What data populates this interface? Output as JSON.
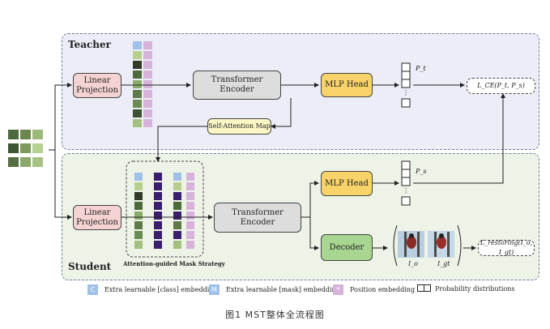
{
  "teacher": {
    "label": "Teacher",
    "linear_projection": "Linear Projection",
    "transformer_encoder": "Transformer Encoder",
    "mlp_head": "MLP Head",
    "output_label": "P_t",
    "self_attention_map": "Self-Attention Map",
    "loss": "L_CE(P_t, P_s)"
  },
  "student": {
    "label": "Student",
    "linear_projection": "Linear Projection",
    "transformer_encoder": "Transformer Encoder",
    "mlp_head": "MLP Head",
    "output_label": "P_s",
    "decoder": "Decoder",
    "mask_strategy": "Attention-guided Mask Strategy",
    "restored_label": "I_o",
    "ground_truth_label": "I_gt",
    "restoring_loss": "L_restoring(I_o, I_gt)"
  },
  "legend": {
    "class_symbol": "C",
    "class_text": "Extra learnable [class] embedding",
    "mask_symbol": "M",
    "mask_text": "Extra learnable [mask] embedding",
    "position_symbol": "*",
    "position_text": "Position embedding",
    "prob_text": "Probability distributions"
  },
  "caption": "图1 MST整体全流程图",
  "colors": {
    "class_embedding": "#9fc1e8",
    "mask_embedding": "#9fc1e8",
    "position_embedding": "#d7b3dc",
    "mask_token": "#3a1f6e"
  }
}
